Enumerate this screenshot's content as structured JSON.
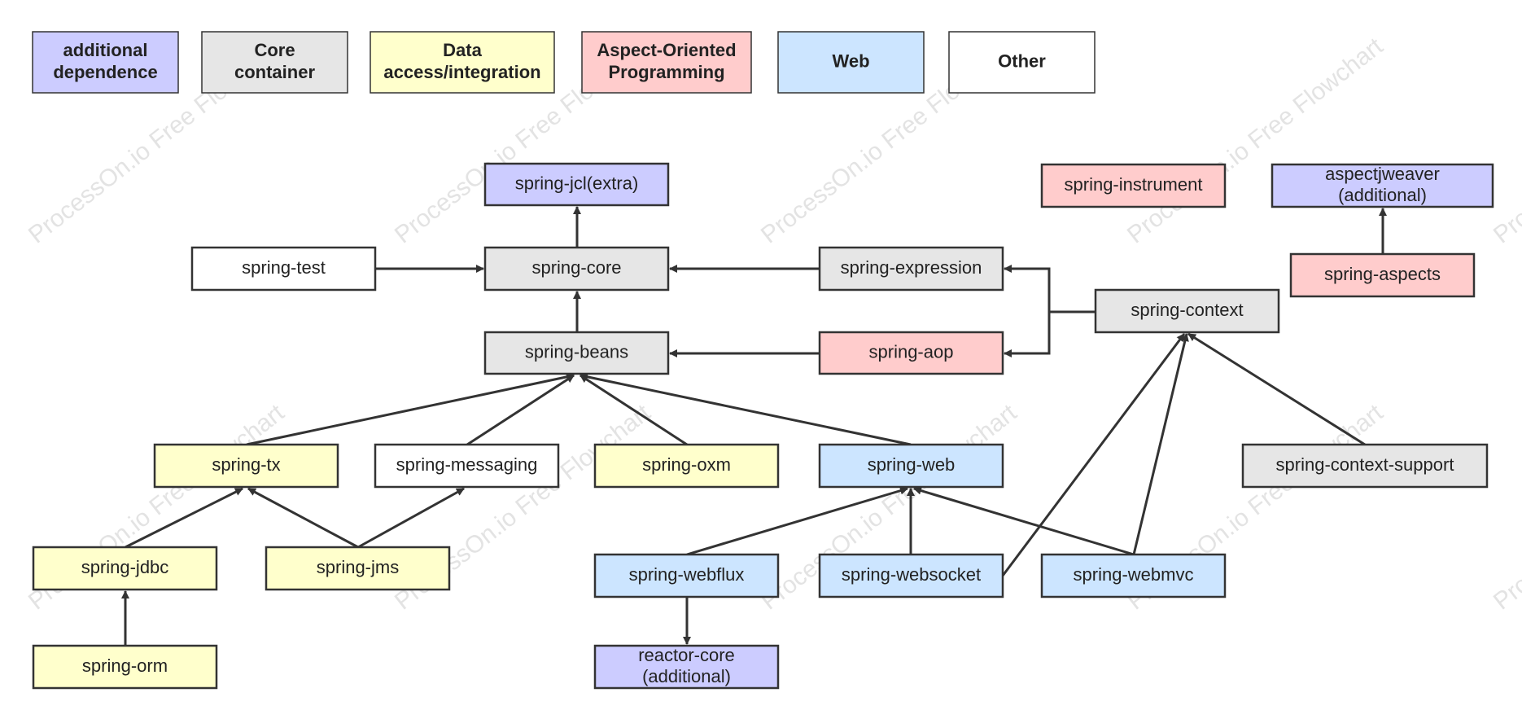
{
  "colors": {
    "additional": "#ccccff",
    "core": "#e6e6e6",
    "data": "#ffffcc",
    "aop": "#ffcccc",
    "web": "#cce5ff",
    "other": "#ffffff"
  },
  "legend": [
    {
      "id": "additional",
      "lines": [
        "additional",
        "dependence"
      ]
    },
    {
      "id": "core",
      "lines": [
        "Core",
        "container"
      ]
    },
    {
      "id": "data",
      "lines": [
        "Data",
        "access/integration"
      ]
    },
    {
      "id": "aop",
      "lines": [
        "Aspect-Oriented",
        "Programming"
      ]
    },
    {
      "id": "web",
      "lines": [
        "Web"
      ]
    },
    {
      "id": "other",
      "lines": [
        "Other"
      ]
    }
  ],
  "watermark": "ProcessOn.io Free Flowchart",
  "nodes": [
    {
      "id": "jcl",
      "lines": [
        "spring-jcl(extra)"
      ],
      "category": "additional"
    },
    {
      "id": "core",
      "lines": [
        "spring-core"
      ],
      "category": "core"
    },
    {
      "id": "test",
      "lines": [
        "spring-test"
      ],
      "category": "other"
    },
    {
      "id": "expression",
      "lines": [
        "spring-expression"
      ],
      "category": "core"
    },
    {
      "id": "beans",
      "lines": [
        "spring-beans"
      ],
      "category": "core"
    },
    {
      "id": "aop",
      "lines": [
        "spring-aop"
      ],
      "category": "aop"
    },
    {
      "id": "instrument",
      "lines": [
        "spring-instrument"
      ],
      "category": "aop"
    },
    {
      "id": "aspectjweaver",
      "lines": [
        "aspectjweaver",
        "(additional)"
      ],
      "category": "additional"
    },
    {
      "id": "aspects",
      "lines": [
        "spring-aspects"
      ],
      "category": "aop"
    },
    {
      "id": "context",
      "lines": [
        "spring-context"
      ],
      "category": "core"
    },
    {
      "id": "tx",
      "lines": [
        "spring-tx"
      ],
      "category": "data"
    },
    {
      "id": "messaging",
      "lines": [
        "spring-messaging"
      ],
      "category": "other"
    },
    {
      "id": "oxm",
      "lines": [
        "spring-oxm"
      ],
      "category": "data"
    },
    {
      "id": "web",
      "lines": [
        "spring-web"
      ],
      "category": "web"
    },
    {
      "id": "context-support",
      "lines": [
        "spring-context-support"
      ],
      "category": "core"
    },
    {
      "id": "jdbc",
      "lines": [
        "spring-jdbc"
      ],
      "category": "data"
    },
    {
      "id": "jms",
      "lines": [
        "spring-jms"
      ],
      "category": "data"
    },
    {
      "id": "webflux",
      "lines": [
        "spring-webflux"
      ],
      "category": "web"
    },
    {
      "id": "websocket",
      "lines": [
        "spring-websocket"
      ],
      "category": "web"
    },
    {
      "id": "webmvc",
      "lines": [
        "spring-webmvc"
      ],
      "category": "web"
    },
    {
      "id": "orm",
      "lines": [
        "spring-orm"
      ],
      "category": "data"
    },
    {
      "id": "reactor",
      "lines": [
        "reactor-core",
        "(additional)"
      ],
      "category": "additional"
    }
  ],
  "edges": [
    {
      "from": "core",
      "to": "jcl"
    },
    {
      "from": "test",
      "to": "core"
    },
    {
      "from": "expression",
      "to": "core"
    },
    {
      "from": "beans",
      "to": "core"
    },
    {
      "from": "aop",
      "to": "beans"
    },
    {
      "from": "context",
      "to": "expression"
    },
    {
      "from": "context",
      "to": "aop"
    },
    {
      "from": "aspects",
      "to": "aspectjweaver"
    },
    {
      "from": "tx",
      "to": "beans"
    },
    {
      "from": "messaging",
      "to": "beans"
    },
    {
      "from": "oxm",
      "to": "beans"
    },
    {
      "from": "web",
      "to": "beans"
    },
    {
      "from": "context-support",
      "to": "context"
    },
    {
      "from": "websocket",
      "to": "context"
    },
    {
      "from": "webmvc",
      "to": "context"
    },
    {
      "from": "jdbc",
      "to": "tx"
    },
    {
      "from": "jms",
      "to": "tx"
    },
    {
      "from": "jms",
      "to": "messaging"
    },
    {
      "from": "webflux",
      "to": "web"
    },
    {
      "from": "websocket",
      "to": "web"
    },
    {
      "from": "webmvc",
      "to": "web"
    },
    {
      "from": "orm",
      "to": "jdbc"
    },
    {
      "from": "webflux",
      "to": "reactor"
    }
  ]
}
